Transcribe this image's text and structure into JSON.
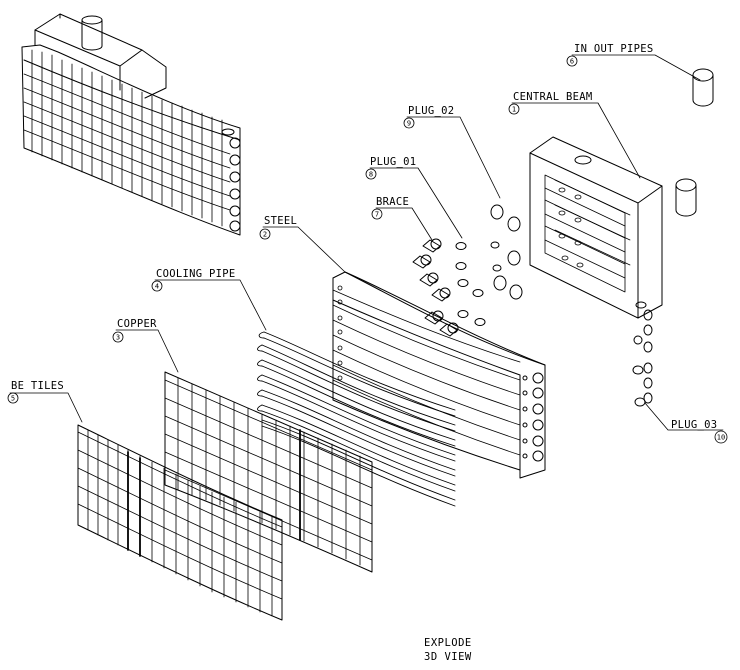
{
  "drawing": {
    "view_title_line1": "EXPLODE",
    "view_title_line2": "3D VIEW"
  },
  "callouts": [
    {
      "key": "in_out_pipes",
      "label": "IN OUT PIPES",
      "number": "6"
    },
    {
      "key": "central_beam",
      "label": "CENTRAL BEAM",
      "number": "1"
    },
    {
      "key": "plug_02",
      "label": "PLUG_02",
      "number": "9"
    },
    {
      "key": "plug_01",
      "label": "PLUG_01",
      "number": "8"
    },
    {
      "key": "brace",
      "label": "BRACE",
      "number": "7"
    },
    {
      "key": "steel",
      "label": "STEEL",
      "number": "2"
    },
    {
      "key": "cooling_pipe",
      "label": "COOLING PIPE",
      "number": "4"
    },
    {
      "key": "copper",
      "label": "COPPER",
      "number": "3"
    },
    {
      "key": "be_tiles",
      "label": "BE TILES",
      "number": "5"
    },
    {
      "key": "plug_03",
      "label": "PLUG_03",
      "number": "10"
    }
  ]
}
